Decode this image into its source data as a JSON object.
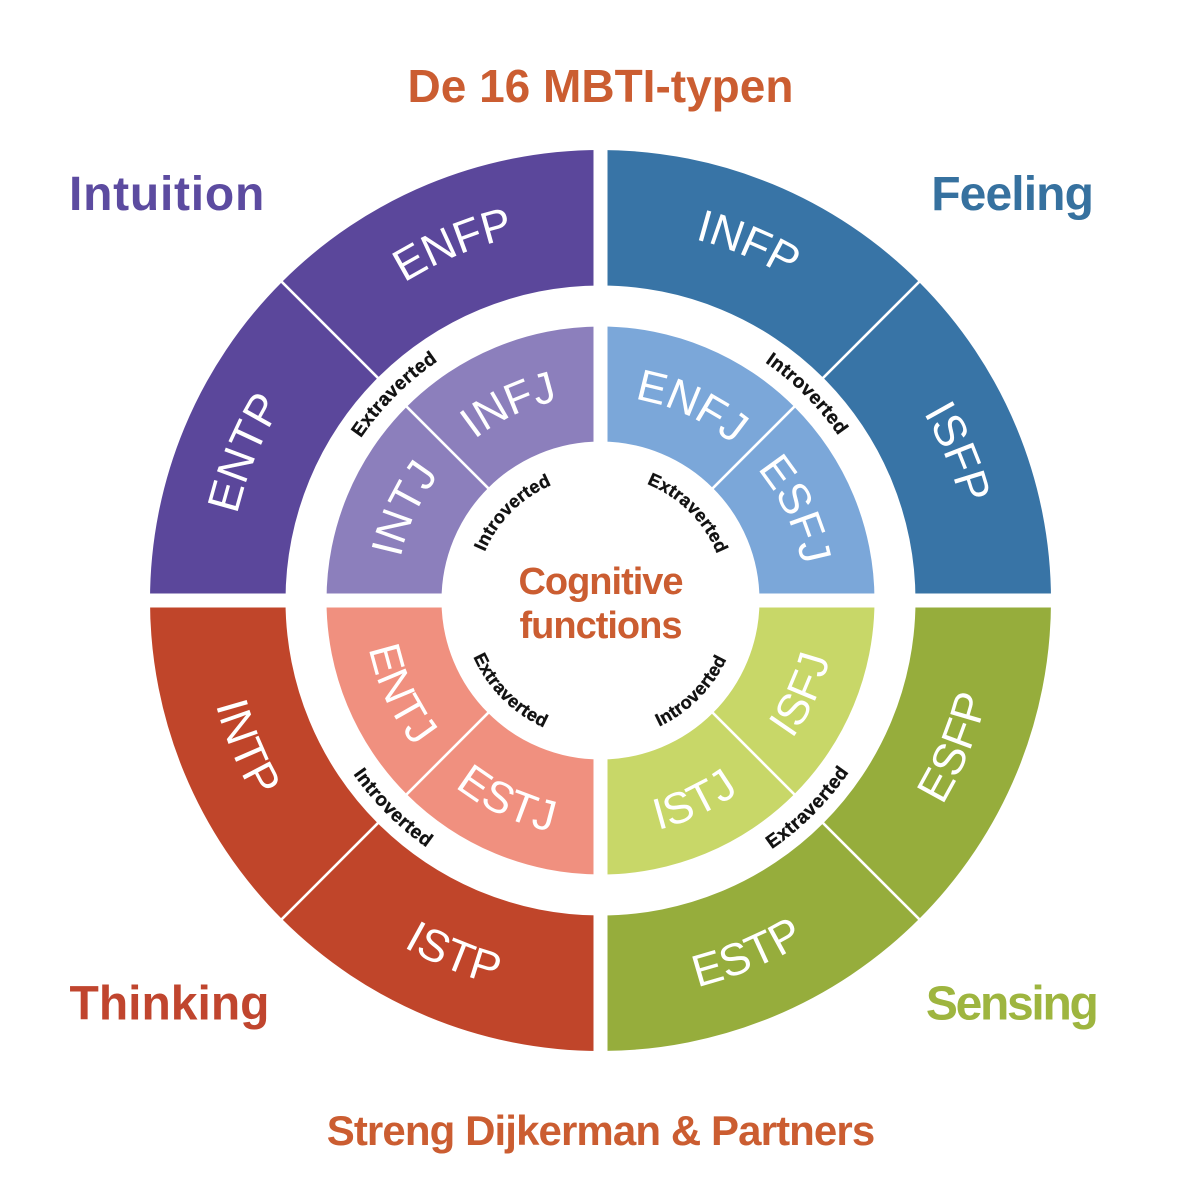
{
  "page_title": "De 16 MBTI-typen",
  "footer": {
    "caption": "Streng Dijkerman & Partners"
  },
  "center_label": {
    "line1": "Cognitive",
    "line2": "functions"
  },
  "orientation_words": {
    "extraverted": "Extraverted",
    "introverted": "Introverted"
  },
  "quadrants": {
    "intuition": {
      "label": "Intuition",
      "outer_types": [
        "ENTP",
        "ENFP"
      ],
      "inner_types": [
        "INTJ",
        "INFJ"
      ]
    },
    "feeling": {
      "label": "Feeling",
      "outer_types": [
        "INFP",
        "ISFP"
      ],
      "inner_types": [
        "ENFJ",
        "ESFJ"
      ]
    },
    "thinking": {
      "label": "Thinking",
      "outer_types": [
        "ISTP",
        "INTP"
      ],
      "inner_types": [
        "ESTJ",
        "ENTJ"
      ]
    },
    "sensing": {
      "label": "Sensing",
      "outer_types": [
        "ESFP",
        "ESTP"
      ],
      "inner_types": [
        "ISFJ",
        "ISTJ"
      ]
    }
  },
  "colors": {
    "heading": "#cb5d31",
    "intuition_outer": "#5b479b",
    "intuition_inner": "#8c7fbc",
    "intuition_label": "#5c4ba0",
    "feeling_outer": "#3874a6",
    "feeling_inner": "#7ba7d9",
    "feeling_label": "#36719f",
    "thinking_outer": "#c0452a",
    "thinking_inner": "#f0907f",
    "thinking_label": "#c0452e",
    "sensing_outer": "#96ad3c",
    "sensing_inner": "#c8d768",
    "sensing_label": "#9eb53f"
  }
}
